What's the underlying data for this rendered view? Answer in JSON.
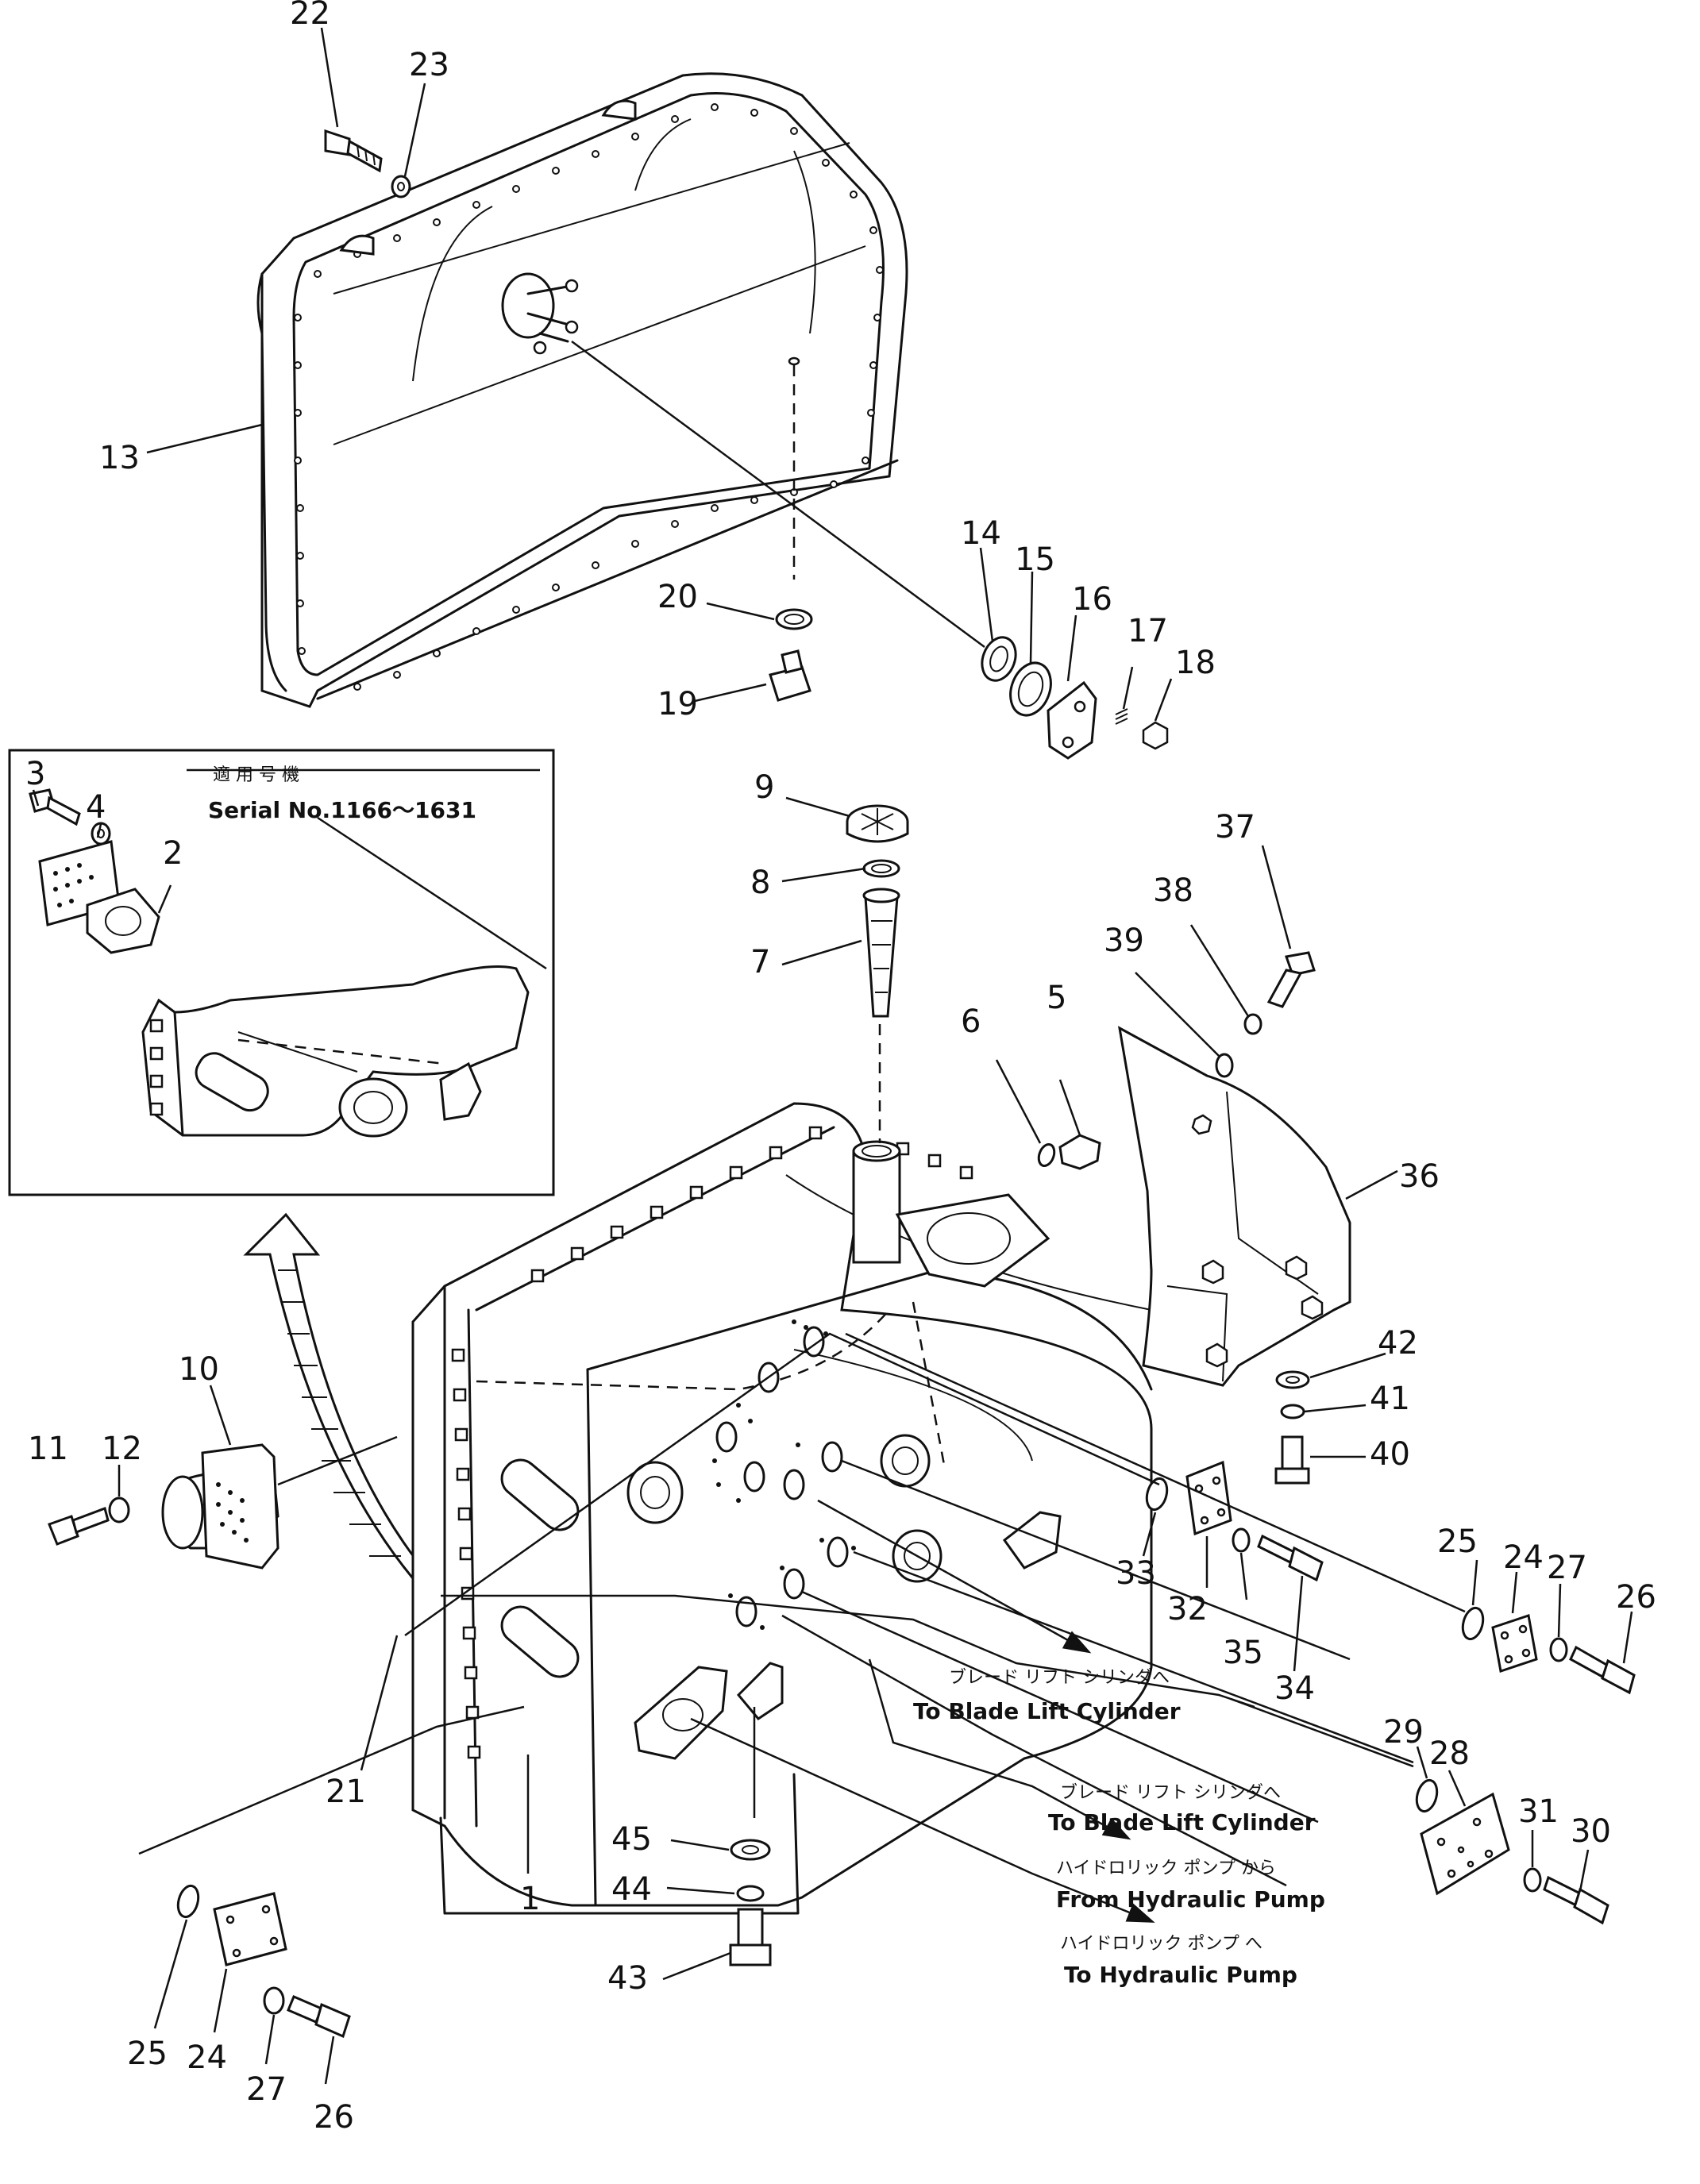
{
  "callouts": [
    {
      "id": "c-22",
      "label": "22"
    },
    {
      "id": "c-23",
      "label": "23"
    },
    {
      "id": "c-13",
      "label": "13"
    },
    {
      "id": "c-20",
      "label": "20"
    },
    {
      "id": "c-19",
      "label": "19"
    },
    {
      "id": "c-14",
      "label": "14"
    },
    {
      "id": "c-15",
      "label": "15"
    },
    {
      "id": "c-16",
      "label": "16"
    },
    {
      "id": "c-17",
      "label": "17"
    },
    {
      "id": "c-18",
      "label": "18"
    },
    {
      "id": "c-3",
      "label": "3"
    },
    {
      "id": "c-4",
      "label": "4"
    },
    {
      "id": "c-2",
      "label": "2"
    },
    {
      "id": "c-9",
      "label": "9"
    },
    {
      "id": "c-8",
      "label": "8"
    },
    {
      "id": "c-7",
      "label": "7"
    },
    {
      "id": "c-6",
      "label": "6"
    },
    {
      "id": "c-5",
      "label": "5"
    },
    {
      "id": "c-37",
      "label": "37"
    },
    {
      "id": "c-38",
      "label": "38"
    },
    {
      "id": "c-39",
      "label": "39"
    },
    {
      "id": "c-36",
      "label": "36"
    },
    {
      "id": "c-42",
      "label": "42"
    },
    {
      "id": "c-41",
      "label": "41"
    },
    {
      "id": "c-40",
      "label": "40"
    },
    {
      "id": "c-10",
      "label": "10"
    },
    {
      "id": "c-12",
      "label": "12"
    },
    {
      "id": "c-11",
      "label": "11"
    },
    {
      "id": "c-33",
      "label": "33"
    },
    {
      "id": "c-32",
      "label": "32"
    },
    {
      "id": "c-35",
      "label": "35"
    },
    {
      "id": "c-34",
      "label": "34"
    },
    {
      "id": "c-25a",
      "label": "25"
    },
    {
      "id": "c-24a",
      "label": "24"
    },
    {
      "id": "c-27a",
      "label": "27"
    },
    {
      "id": "c-26a",
      "label": "26"
    },
    {
      "id": "c-21",
      "label": "21"
    },
    {
      "id": "c-1",
      "label": "1"
    },
    {
      "id": "c-29",
      "label": "29"
    },
    {
      "id": "c-28",
      "label": "28"
    },
    {
      "id": "c-31",
      "label": "31"
    },
    {
      "id": "c-30",
      "label": "30"
    },
    {
      "id": "c-45",
      "label": "45"
    },
    {
      "id": "c-44",
      "label": "44"
    },
    {
      "id": "c-43",
      "label": "43"
    },
    {
      "id": "c-25b",
      "label": "25"
    },
    {
      "id": "c-24b",
      "label": "24"
    },
    {
      "id": "c-27b",
      "label": "27"
    },
    {
      "id": "c-26b",
      "label": "26"
    }
  ],
  "inset": {
    "heading_jp": "適 用 号 機",
    "serial": "Serial  No.1166～1631"
  },
  "notes": {
    "blade_lift_1_jp": "ブレード リフト シリンダへ",
    "blade_lift_1_en": "To Blade Lift Cylinder",
    "blade_lift_2_jp": "ブレード リフト シリンダへ",
    "blade_lift_2_en": "To Blade Lift Cylinder",
    "from_pump_jp": "ハイドロリック ポンプ から",
    "from_pump_en": "From Hydraulic Pump",
    "to_pump_jp": "ハイドロリック ポンプ へ",
    "to_pump_en": "To Hydraulic Pump"
  }
}
